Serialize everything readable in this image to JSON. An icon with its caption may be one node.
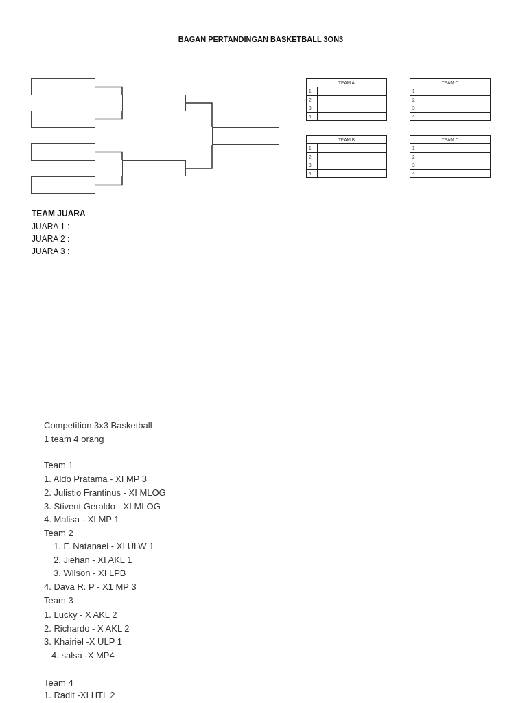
{
  "diagram": {
    "title": "BAGAN PERTANDINGAN BASKETBALL 3ON3",
    "nodes": [
      {
        "text": [],
        "shape": "box"
      },
      {
        "text": [],
        "shape": "box"
      },
      {
        "text": [],
        "shape": "box"
      },
      {
        "text": [],
        "shape": "box"
      },
      {
        "text": [],
        "shape": "box"
      },
      {
        "text": [],
        "shape": "box"
      },
      {
        "text": [],
        "shape": "box"
      },
      {
        "text": [
          "TEAM A",
          "1",
          "2",
          "3",
          "4"
        ]
      },
      {
        "text": [
          "TEAM C",
          "1",
          "2",
          "3",
          "4"
        ]
      },
      {
        "text": [
          "TEAM B",
          "1",
          "2",
          "3",
          "4"
        ]
      },
      {
        "text": [
          "TEAM D",
          "1",
          "2",
          "3",
          "4"
        ]
      }
    ],
    "edges": [
      {
        "from": 0,
        "to": 4,
        "arrow": "none"
      },
      {
        "from": 1,
        "to": 4,
        "arrow": "none"
      },
      {
        "from": 2,
        "to": 5,
        "arrow": "none"
      },
      {
        "from": 3,
        "to": 5,
        "arrow": "none"
      },
      {
        "from": 4,
        "to": 6,
        "arrow": "none"
      },
      {
        "from": 5,
        "to": 6,
        "arrow": "none"
      }
    ],
    "labels": [
      "TEAM JUARA",
      "JUARA 1 :",
      "JUARA 2 :",
      "JUARA 3 :",
      "Competition 3x3 Basketball",
      "1 team 4 orang",
      "Team 1",
      "1. Aldo Pratama - XI MP 3",
      "2. Julistio Frantinus - XI MLOG",
      "3. Stivent Geraldo - XI MLOG",
      "4. Malisa - XI MP 1",
      "Team 2",
      "1. F. Natanael - XI ULW 1",
      "2. Jiehan - XI AKL 1",
      "3. Wilson - XI LPB",
      "4. Dava R. P - X1 MP 3",
      "Team 3",
      "1. Lucky - X AKL 2",
      "2. Richardo - X AKL 2",
      "3. Khairiel -X ULP 1",
      "4. salsa -X MP4",
      "Team 4",
      "1. Radit -XI HTL 2"
    ]
  }
}
